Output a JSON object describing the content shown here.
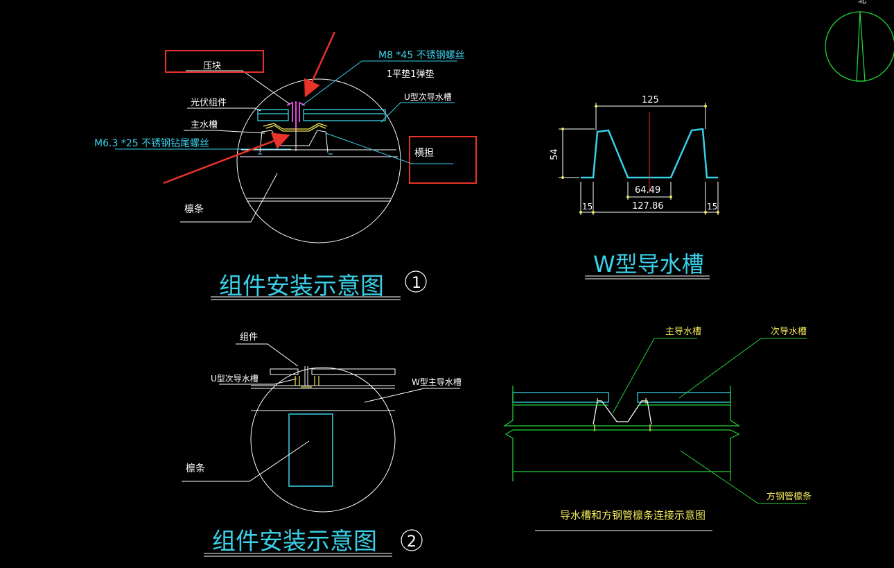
{
  "colors": {
    "background": "#000000",
    "line_white": "#ffffff",
    "cyan": "#3ad0e8",
    "yellow": "#f2e85a",
    "green": "#22d33a",
    "magenta": "#e04ad8",
    "red": "#e8322a"
  },
  "detail1": {
    "label_pressure_block": "压块",
    "label_bolt_m8": "M8 *45 不锈钢螺丝",
    "label_washer": "1平垫1弹垫",
    "label_pv_module": "光伏组件",
    "label_u_channel": "U型次导水槽",
    "label_main_channel": "主水槽",
    "label_screw_m6": "M6.3 *25 不锈钢钻尾螺丝",
    "label_cross_beam": "横担",
    "label_purlin": "檩条",
    "title": "组件安装示意图",
    "number": "1"
  },
  "w_channel": {
    "dim_top": "125",
    "dim_height": "54",
    "dim_bottom_inner": "64.49",
    "dim_bottom_total": "127.86",
    "dim_left_flange": "15",
    "dim_right_flange": "15",
    "title": "W型导水槽"
  },
  "detail2": {
    "label_module": "组件",
    "label_u_channel": "U型次导水槽",
    "label_w_channel": "W型主导水槽",
    "label_purlin": "檩条",
    "title": "组件安装示意图",
    "number": "2"
  },
  "connection": {
    "label_main_channel": "主导水槽",
    "label_sub_channel": "次导水槽",
    "label_square_tube": "方钢管檩条",
    "title": "导水槽和方钢管檩条连接示意图"
  },
  "compass": {
    "label": "北"
  }
}
